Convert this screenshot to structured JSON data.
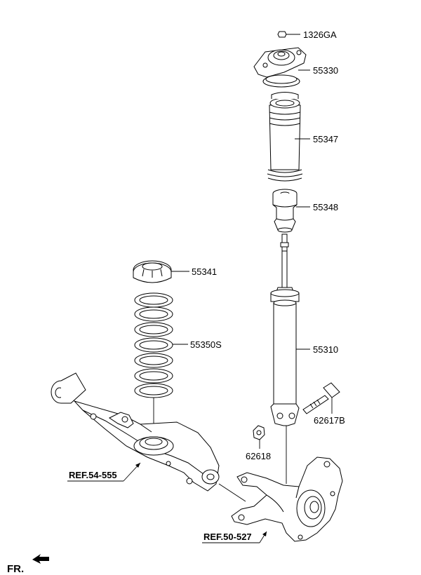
{
  "labels": {
    "nut_top": "1326GA",
    "mount": "55330",
    "dust_cover": "55347",
    "bumper": "55348",
    "spring_pad": "55341",
    "spring": "55350S",
    "shock": "55310",
    "bolt": "62617B",
    "nut_lower": "62618",
    "ref_arm": "REF.54-555",
    "ref_knuckle": "REF.50-527",
    "front": "FR."
  }
}
